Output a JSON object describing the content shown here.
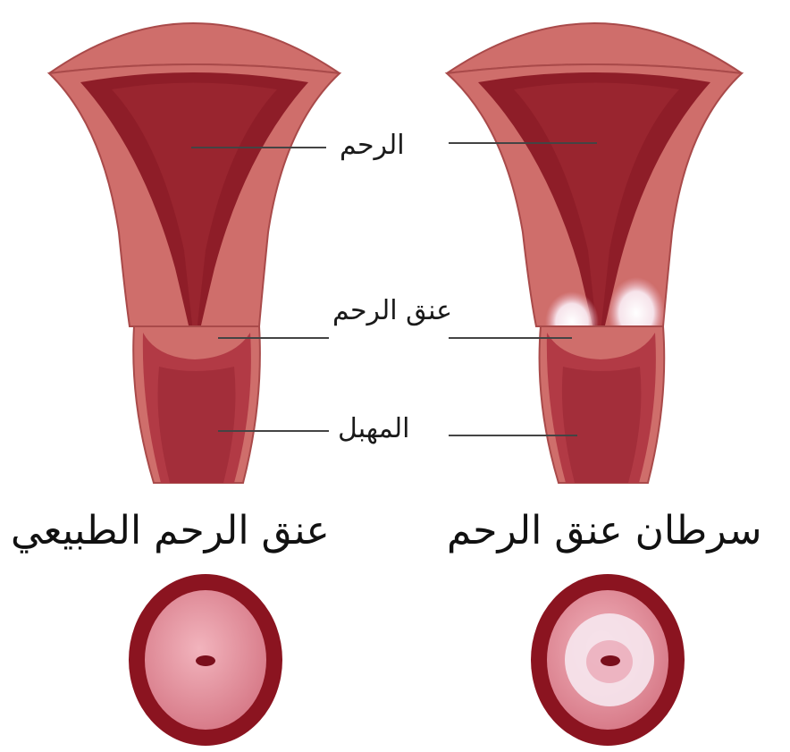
{
  "labels": {
    "uterus": "الرحم",
    "cervix": "عنق الرحم",
    "vagina": "المهبل"
  },
  "titles": {
    "normal": "عنق الرحم الطبيعي",
    "cancer": "سرطان عنق الرحم"
  },
  "colors": {
    "outer_tissue": "#cf6e6b",
    "tissue_edge": "#a94a4a",
    "cavity": "#8e1d28",
    "cavity_light": "#a32c35",
    "vagina_wall": "#b23a45",
    "lesion": "#f4e4ea",
    "ring": "#8b1420",
    "face": "#e6909c"
  }
}
